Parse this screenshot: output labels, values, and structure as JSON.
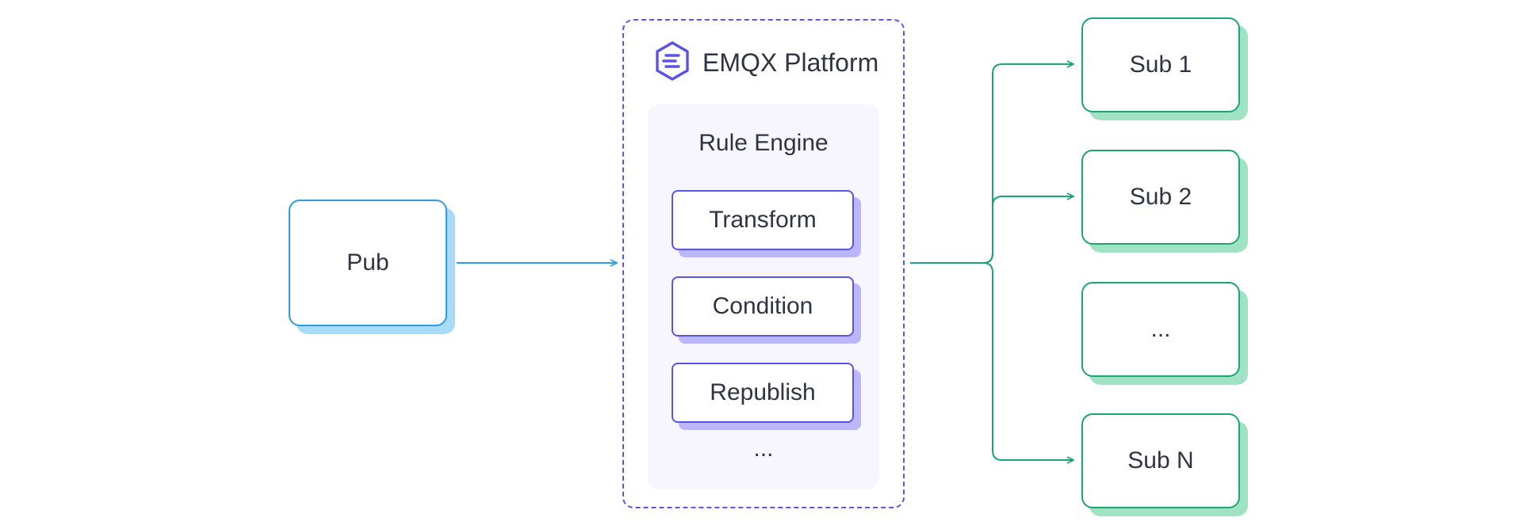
{
  "pub": {
    "label": "Pub"
  },
  "platform": {
    "title": "EMQX Platform",
    "logo_icon": "emqx-hexagon-icon",
    "engine": {
      "title": "Rule Engine",
      "steps": [
        "Transform",
        "Condition",
        "Republish"
      ],
      "more": "..."
    }
  },
  "subs": [
    "Sub 1",
    "Sub 2",
    "...",
    "Sub N"
  ],
  "colors": {
    "pub": "#2d9ae6",
    "platform": "#5a53e8",
    "sub": "#1aa672"
  }
}
